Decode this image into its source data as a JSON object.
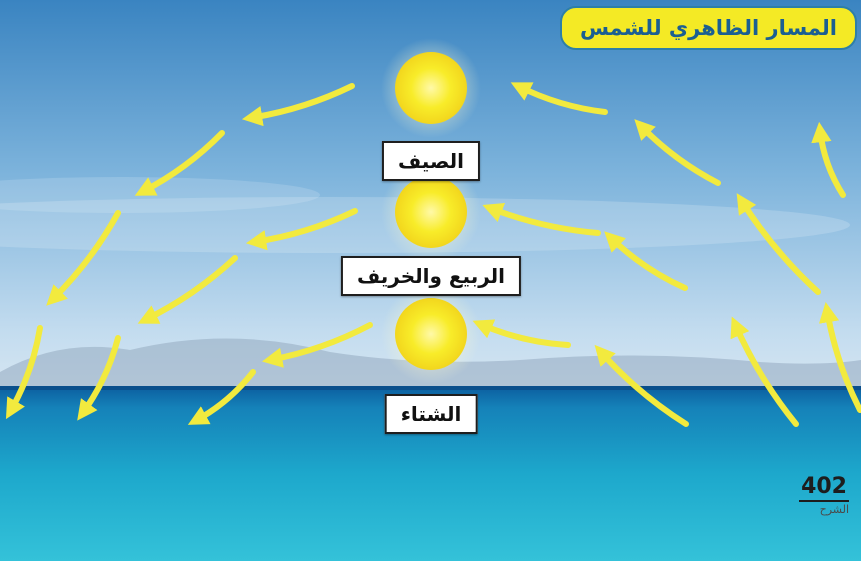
{
  "title": "المسار الظاهري للشمس",
  "seasons": [
    {
      "label": "الصيف"
    },
    {
      "label": "الربيع والخريف"
    },
    {
      "label": "الشتاء"
    }
  ],
  "page": {
    "number": "402",
    "caption": "الشرح"
  },
  "colors": {
    "sun": "#f8ec29",
    "arrow": "#f2ea3e",
    "title_bg": "#f4ea25",
    "title_text": "#1b5f92",
    "sky_top": "#3c86c2",
    "sea": "#1aa3c8"
  }
}
